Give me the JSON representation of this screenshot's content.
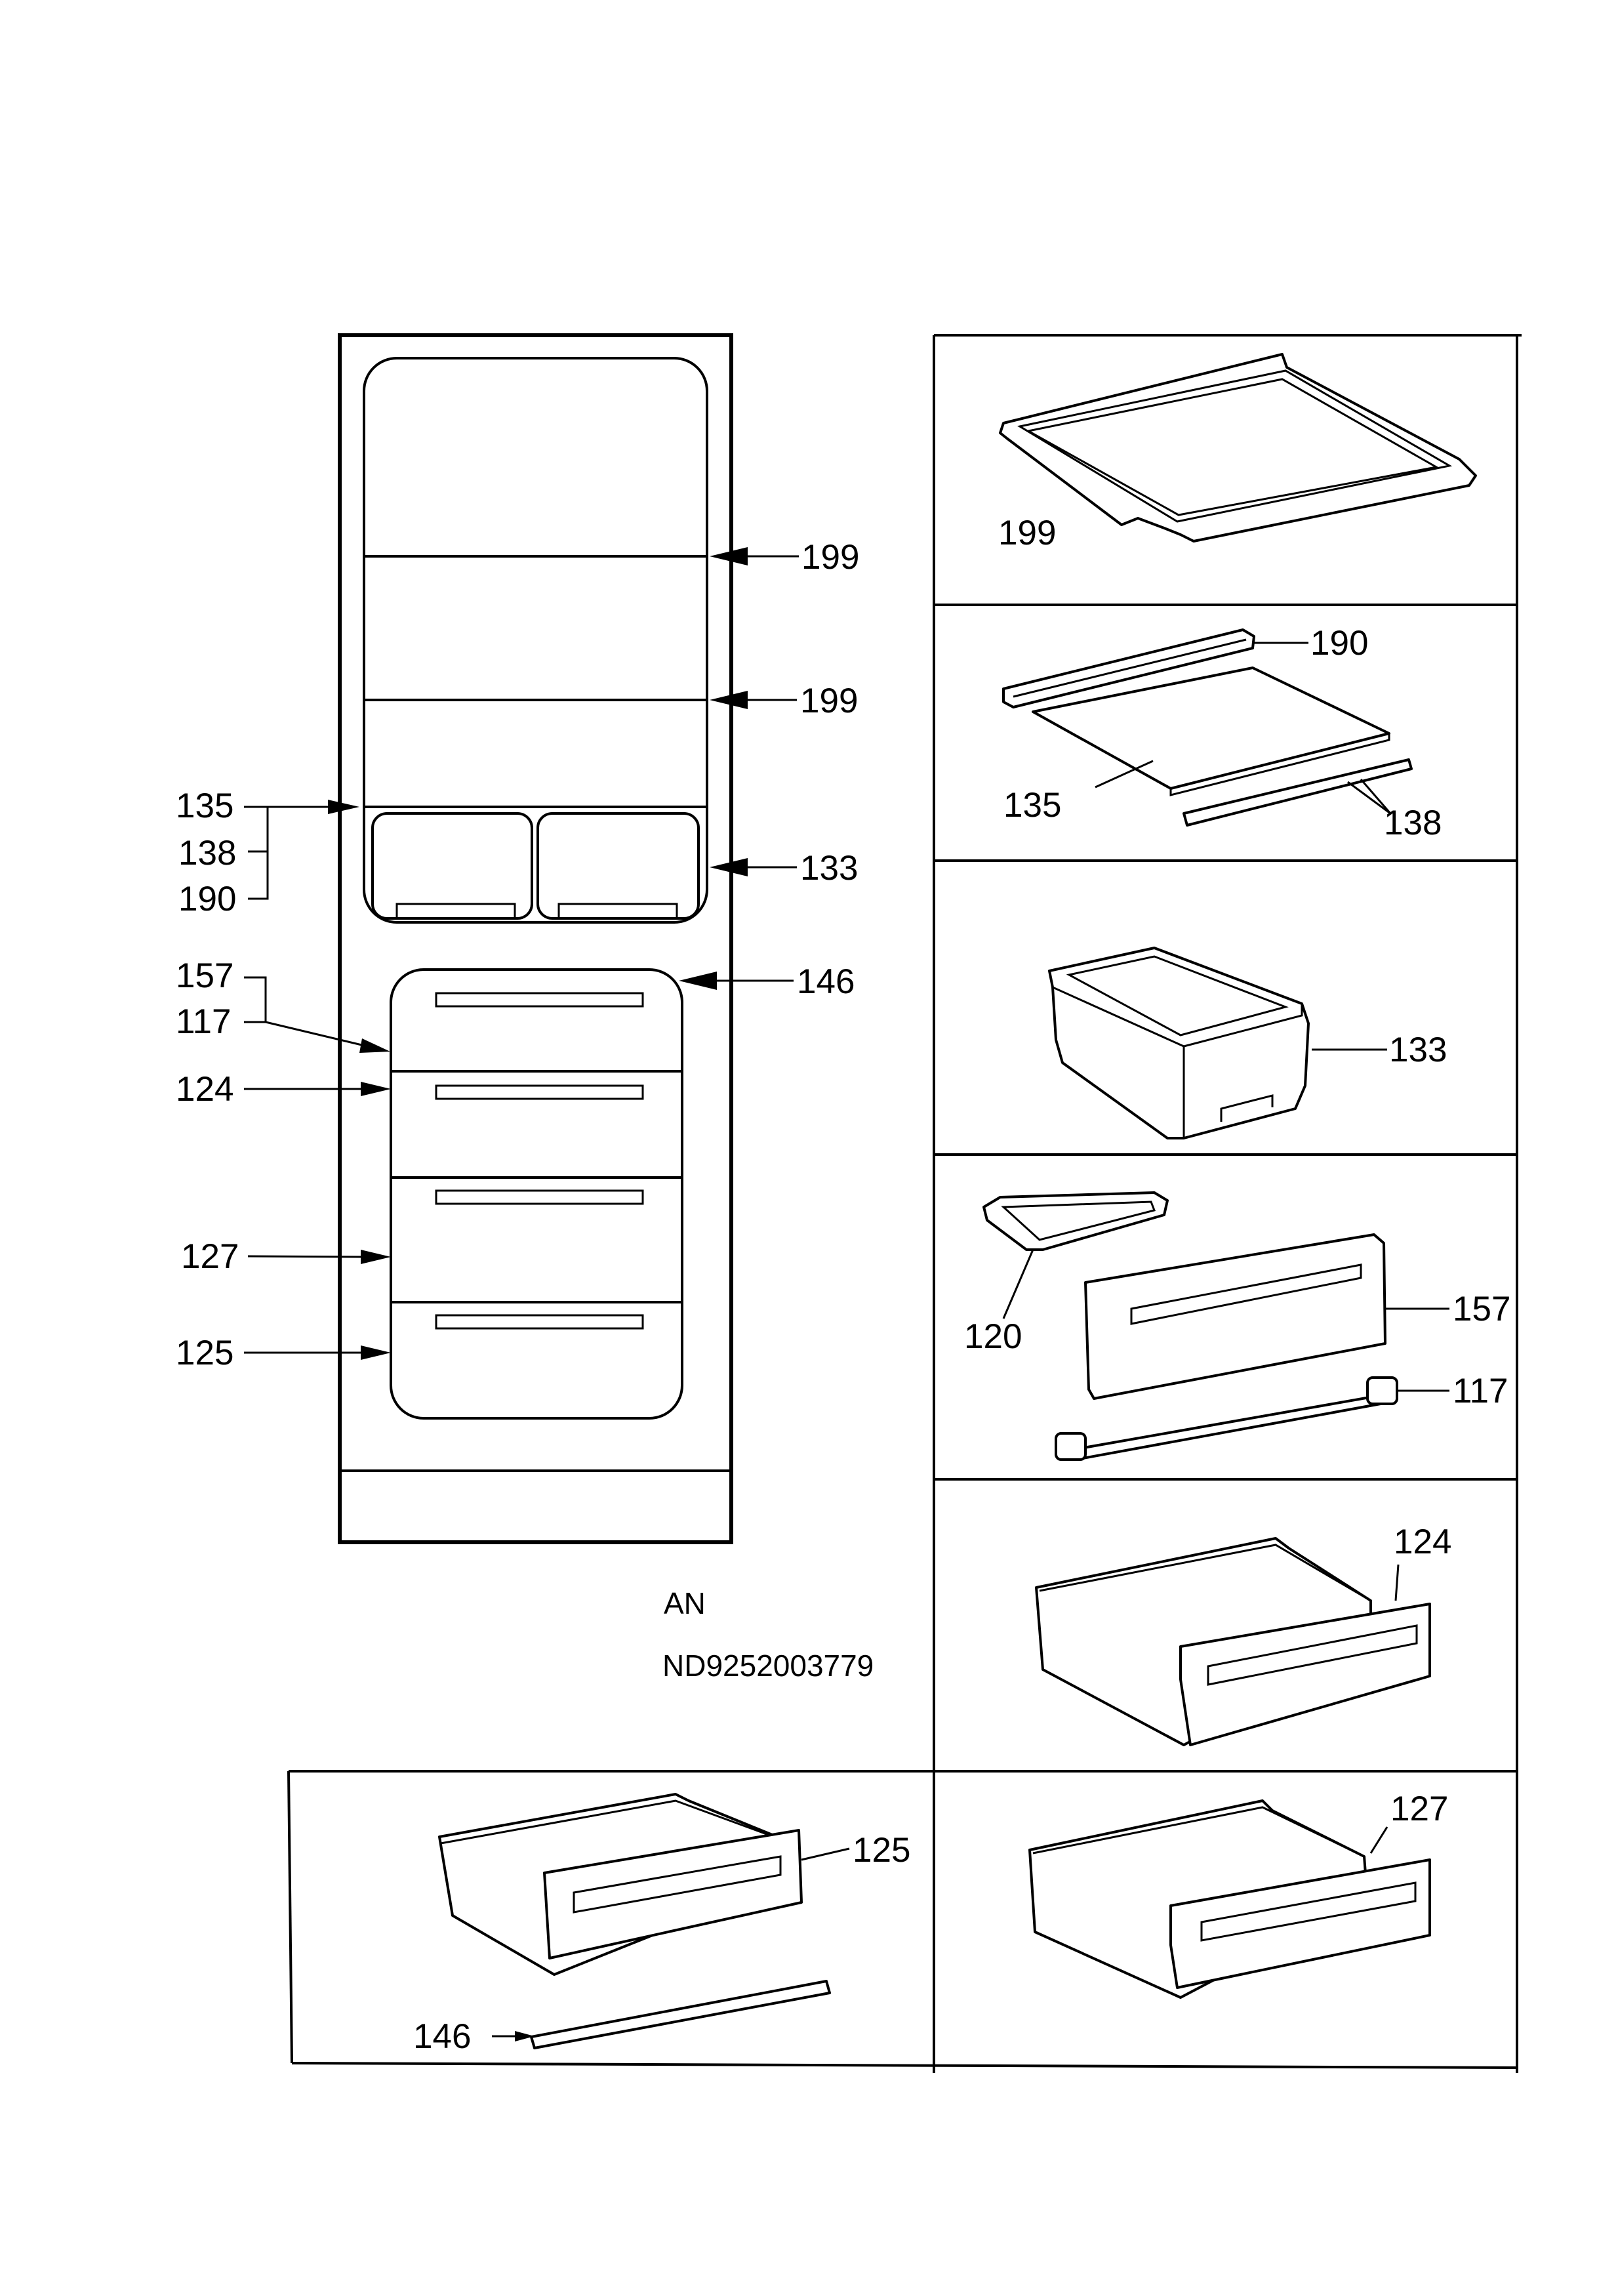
{
  "diagram": {
    "model_code": "AN",
    "document_number": "ND9252003779",
    "cabinet_callouts": {
      "shelf_top": "199",
      "shelf_mid": "199",
      "crisper": "133",
      "lid_glass": "135",
      "lid_rail": "138",
      "lid_frame": "190",
      "drawer_rail": "146",
      "freezer_flap": "157",
      "flap_hinge": "117",
      "drawer_top": "124",
      "drawer_mid": "127",
      "drawer_bottom": "125"
    },
    "panels": {
      "p1": {
        "part": "199"
      },
      "p2": {
        "frame": "190",
        "glass": "135",
        "rail": "138"
      },
      "p3": {
        "box": "133"
      },
      "p4": {
        "tray": "120",
        "flap": "157",
        "hinge": "117"
      },
      "p5": {
        "drawer": "124"
      },
      "p6": {
        "drawer": "125",
        "rail": "146"
      },
      "p7": {
        "drawer": "127"
      }
    }
  }
}
